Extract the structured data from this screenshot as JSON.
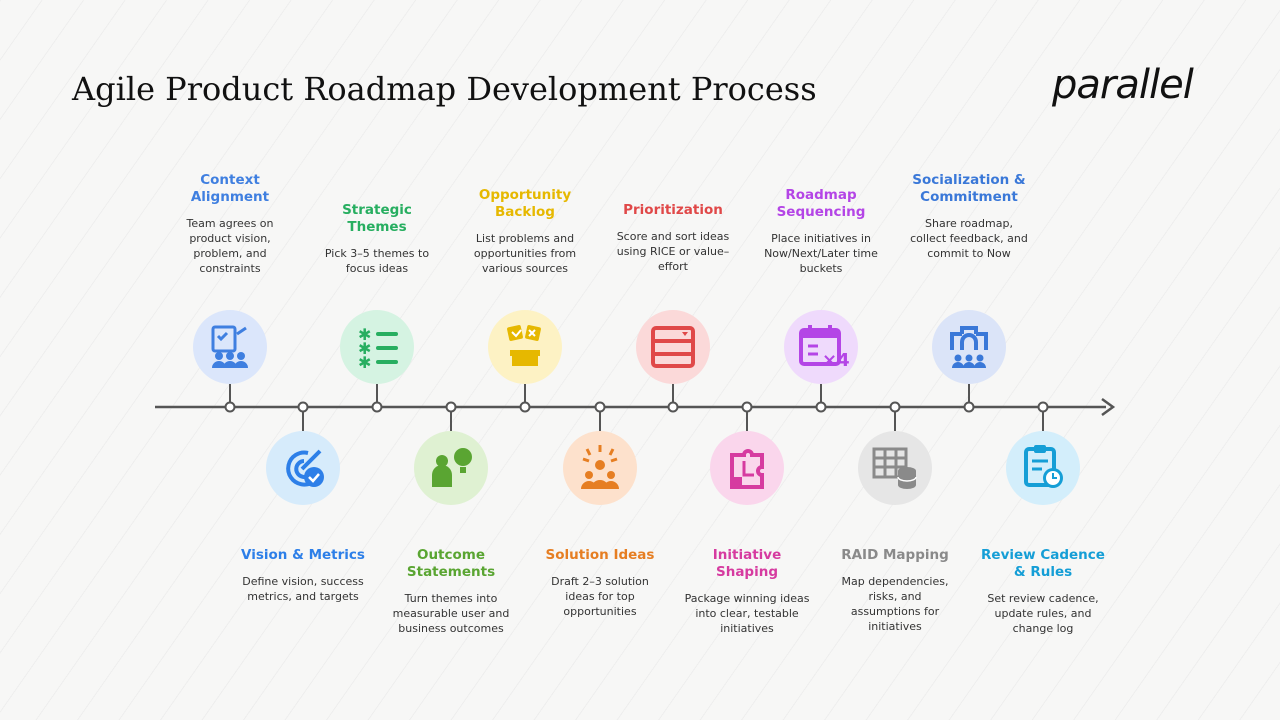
{
  "header": {
    "title": "Agile Product Roadmap Development Process",
    "logo": "parallel"
  },
  "steps": [
    {
      "title": "Context Alignment",
      "desc": "Team agrees on product vision, problem, and constraints",
      "color": "#3f7fe0",
      "bg": "#dbe6fb",
      "icon": "checklist-team-icon"
    },
    {
      "title": "Vision & Metrics",
      "desc": "Define vision, success metrics, and targets",
      "color": "#2d7fe8",
      "bg": "#d6ebfb",
      "icon": "target-check-icon"
    },
    {
      "title": "Strategic Themes",
      "desc": "Pick 3–5 themes to focus ideas",
      "color": "#27ae60",
      "bg": "#d5f3e2",
      "icon": "list-asterisk-icon"
    },
    {
      "title": "Outcome Statements",
      "desc": "Turn themes into measurable user and business outcomes",
      "color": "#5aa532",
      "bg": "#dff1d2",
      "icon": "person-idea-icon"
    },
    {
      "title": "Opportunity Backlog",
      "desc": "List problems and opportunities from various sources",
      "color": "#e6b800",
      "bg": "#fdf2c4",
      "icon": "backlog-box-icon"
    },
    {
      "title": "Solution Ideas",
      "desc": "Draft 2–3 solution ideas for top opportunities",
      "color": "#e67e22",
      "bg": "#fde1cc",
      "icon": "brainstorm-team-icon"
    },
    {
      "title": "Prioritization",
      "desc": "Score and sort ideas using RICE or value–effort",
      "color": "#e04848",
      "bg": "#fbd9d9",
      "icon": "server-stack-icon"
    },
    {
      "title": "Initiative Shaping",
      "desc": "Package winning ideas into clear, testable initiatives",
      "color": "#d63ba0",
      "bg": "#fad6ec",
      "icon": "puzzle-piece-icon"
    },
    {
      "title": "Roadmap Sequencing",
      "desc": "Place initiatives in Now/Next/Later time buckets",
      "color": "#b445e6",
      "bg": "#efdafc",
      "icon": "calendar-sequence-icon"
    },
    {
      "title": "RAID Mapping",
      "desc": "Map dependencies, risks, and assumptions for initiatives",
      "color": "#8a8a8a",
      "bg": "#e6e6e6",
      "icon": "table-database-icon"
    },
    {
      "title": "Socialization & Commitment",
      "desc": "Share roadmap, collect feedback, and commit to Now",
      "color": "#3a78d8",
      "bg": "#dbe4f8",
      "icon": "team-arch-icon"
    },
    {
      "title": "Review Cadence & Rules",
      "desc": "Set review cadence, update rules, and change log",
      "color": "#159ed6",
      "bg": "#d3eefb",
      "icon": "clipboard-clock-icon"
    }
  ]
}
